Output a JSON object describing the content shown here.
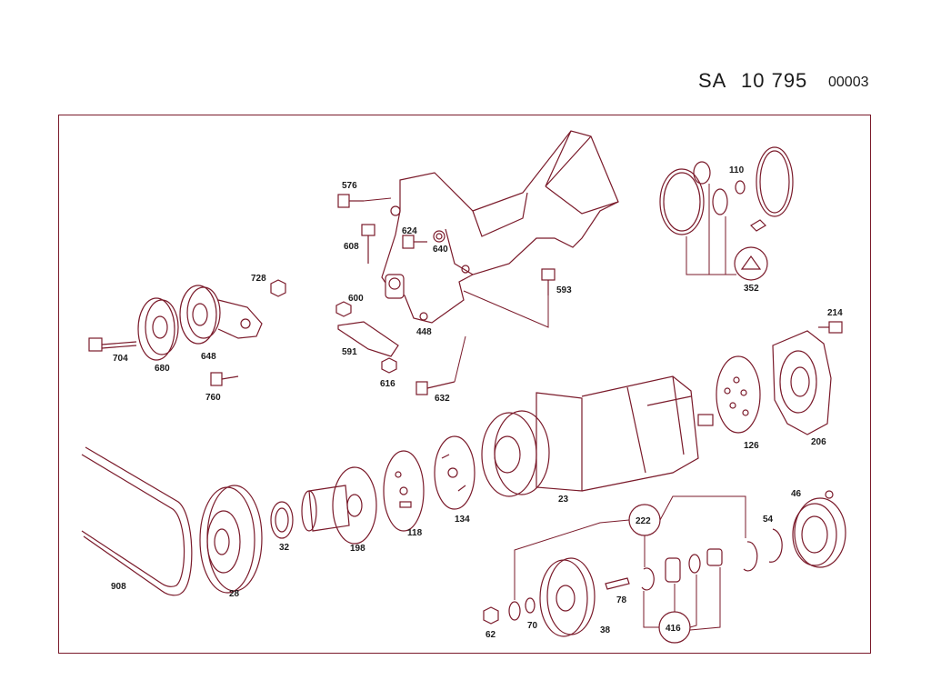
{
  "header": {
    "prefix": "SA",
    "number": "10 795",
    "code": "00003"
  },
  "labels": {
    "l576": "576",
    "l608": "608",
    "l624": "624",
    "l640": "640",
    "l593": "593",
    "l600": "600",
    "l591": "591",
    "l448": "448",
    "l616": "616",
    "l632": "632",
    "l728": "728",
    "l704": "704",
    "l680": "680",
    "l648": "648",
    "l760": "760",
    "l110": "110",
    "l352": "352",
    "l214": "214",
    "l126": "126",
    "l206": "206",
    "l23": "23",
    "l908": "908",
    "l28": "28",
    "l32": "32",
    "l198": "198",
    "l118": "118",
    "l134": "134",
    "l222": "222",
    "l46": "46",
    "l54": "54",
    "l78": "78",
    "l62": "62",
    "l70": "70",
    "l38": "38",
    "l416": "416"
  },
  "colors": {
    "line": "#7a1a2a",
    "text": "#1a1a1a",
    "background": "#ffffff"
  }
}
